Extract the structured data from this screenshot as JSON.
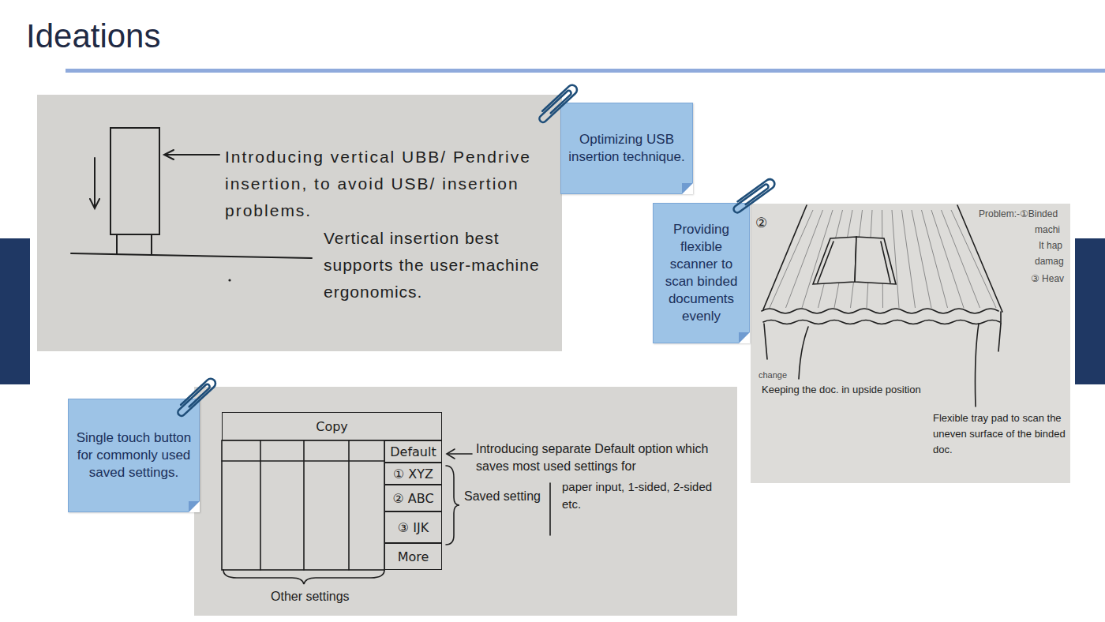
{
  "diagram": {
    "title": "Ideations",
    "nodes": [
      {
        "text": [
          "Introducing vertical UBB/ Pendrive insertion, to avoid USB/ insertion problems.",
          "Vertical insertion best supports the user-machine ergonomics."
        ]
      },
      {
        "text": [
          "Optimizing USB insertion technique."
        ]
      },
      {
        "text": [
          "Providing flexible scanner to scan binded documents evenly"
        ]
      },
      {
        "text": [
          "②",
          "Problem:-①Binded",
          "machi",
          "It hap",
          "damag",
          "③ Heav",
          "change",
          "Keeping the doc. in upside position",
          "Flexible tray pad to scan the uneven surface of the binded doc."
        ]
      },
      {
        "text": [
          "Single touch button for commonly used saved settings."
        ]
      },
      {
        "text": [
          "Introducing separate Default option which saves most used settings for",
          "Saved setting",
          "paper input, 1-sided, 2-sided etc.",
          "Other settings"
        ]
      },
      {
        "text": [
          "Copy"
        ],
        "in": 5
      },
      {
        "text": [
          "Default"
        ],
        "in": 5
      },
      {
        "text": [
          "① XYZ"
        ],
        "in": 5
      },
      {
        "text": [
          "② ABC"
        ],
        "in": 5
      },
      {
        "text": [
          "③ IJK"
        ],
        "in": 5
      },
      {
        "text": [
          "More"
        ],
        "in": 5
      }
    ]
  }
}
